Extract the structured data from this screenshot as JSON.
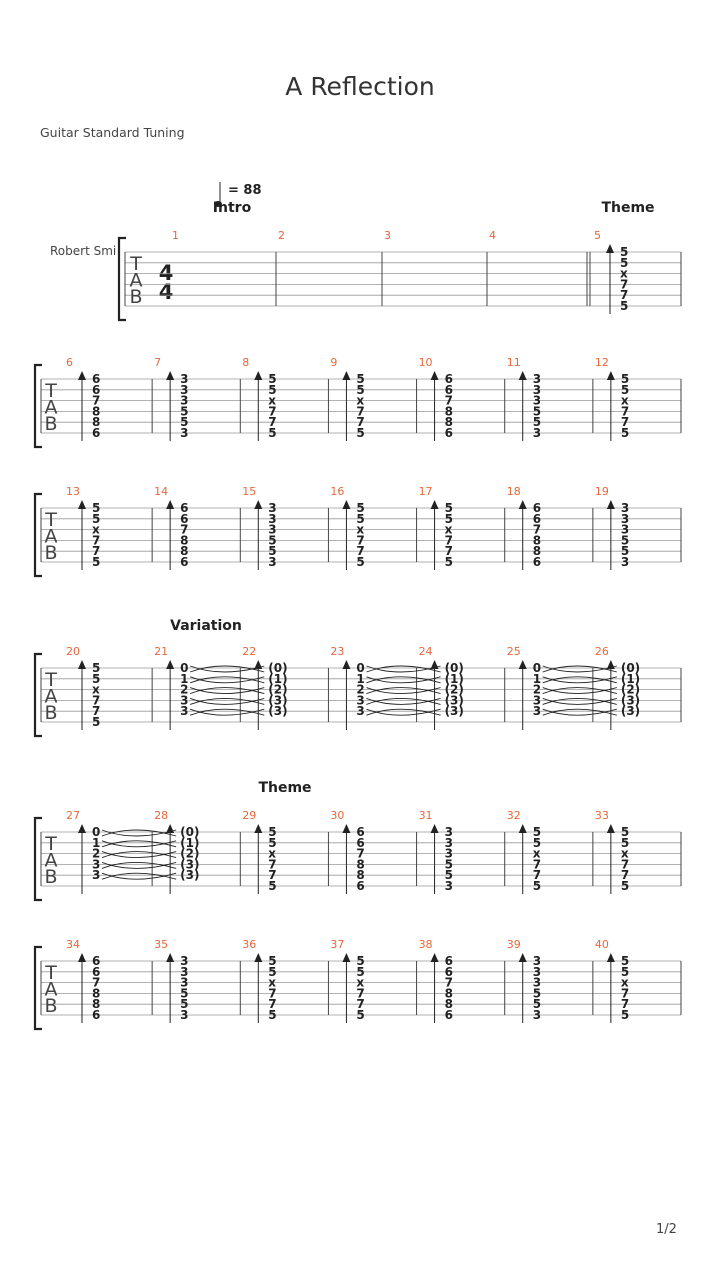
{
  "title": "A Reflection",
  "tuning": "Guitar Standard Tuning",
  "tempo_text": "= 88",
  "track_name": "Robert Smi",
  "time_signature": [
    "4",
    "4"
  ],
  "page_number": "1/2",
  "sections": [
    {
      "label": "Intro",
      "measure": 1
    },
    {
      "label": "Theme",
      "measure": 5
    },
    {
      "label": "Variation",
      "measure": 21
    },
    {
      "label": "Theme",
      "measure": 29
    }
  ],
  "chords": {
    "A": [
      "5",
      "5",
      "x",
      "7",
      "7",
      "5"
    ],
    "B": [
      "6",
      "6",
      "7",
      "8",
      "8",
      "6"
    ],
    "C": [
      "3",
      "3",
      "3",
      "5",
      "5",
      "3"
    ],
    "V": [
      "0",
      "1",
      "2",
      "3",
      "3"
    ],
    "W": [
      "(0)",
      "(1)",
      "(2)",
      "(3)",
      "(3)"
    ]
  },
  "systems": [
    {
      "first": 1,
      "measures": [
        {
          "n": "1",
          "chord": "",
          "rest": true
        },
        {
          "n": "2",
          "chord": "",
          "rest": true
        },
        {
          "n": "3",
          "chord": "",
          "rest": true
        },
        {
          "n": "4",
          "chord": "",
          "rest": true
        },
        {
          "n": "5",
          "chord": "A"
        }
      ]
    },
    {
      "first": 0,
      "measures": [
        {
          "n": "6",
          "chord": "B"
        },
        {
          "n": "7",
          "chord": "C"
        },
        {
          "n": "8",
          "chord": "A"
        },
        {
          "n": "9",
          "chord": "A"
        },
        {
          "n": "10",
          "chord": "B"
        },
        {
          "n": "11",
          "chord": "C"
        },
        {
          "n": "12",
          "chord": "A"
        }
      ]
    },
    {
      "first": 0,
      "measures": [
        {
          "n": "13",
          "chord": "A"
        },
        {
          "n": "14",
          "chord": "B"
        },
        {
          "n": "15",
          "chord": "C"
        },
        {
          "n": "16",
          "chord": "A"
        },
        {
          "n": "17",
          "chord": "A"
        },
        {
          "n": "18",
          "chord": "B"
        },
        {
          "n": "19",
          "chord": "C"
        }
      ]
    },
    {
      "first": 0,
      "measures": [
        {
          "n": "20",
          "chord": "A"
        },
        {
          "n": "21",
          "chord": "V"
        },
        {
          "n": "22",
          "chord": "W"
        },
        {
          "n": "23",
          "chord": "V"
        },
        {
          "n": "24",
          "chord": "W"
        },
        {
          "n": "25",
          "chord": "V"
        },
        {
          "n": "26",
          "chord": "W"
        }
      ]
    },
    {
      "first": 0,
      "measures": [
        {
          "n": "27",
          "chord": "V"
        },
        {
          "n": "28",
          "chord": "W"
        },
        {
          "n": "29",
          "chord": "A"
        },
        {
          "n": "30",
          "chord": "B"
        },
        {
          "n": "31",
          "chord": "C"
        },
        {
          "n": "32",
          "chord": "A"
        },
        {
          "n": "33",
          "chord": "A"
        }
      ]
    },
    {
      "first": 0,
      "measures": [
        {
          "n": "34",
          "chord": "B"
        },
        {
          "n": "35",
          "chord": "C"
        },
        {
          "n": "36",
          "chord": "A"
        },
        {
          "n": "37",
          "chord": "A"
        },
        {
          "n": "38",
          "chord": "B"
        },
        {
          "n": "39",
          "chord": "C"
        },
        {
          "n": "40",
          "chord": "A"
        }
      ]
    }
  ],
  "tab_clef": [
    "T",
    "A",
    "B"
  ],
  "colors": {
    "measure_number": "#e8673a",
    "staff_line": "#999999",
    "note": "#222222"
  }
}
